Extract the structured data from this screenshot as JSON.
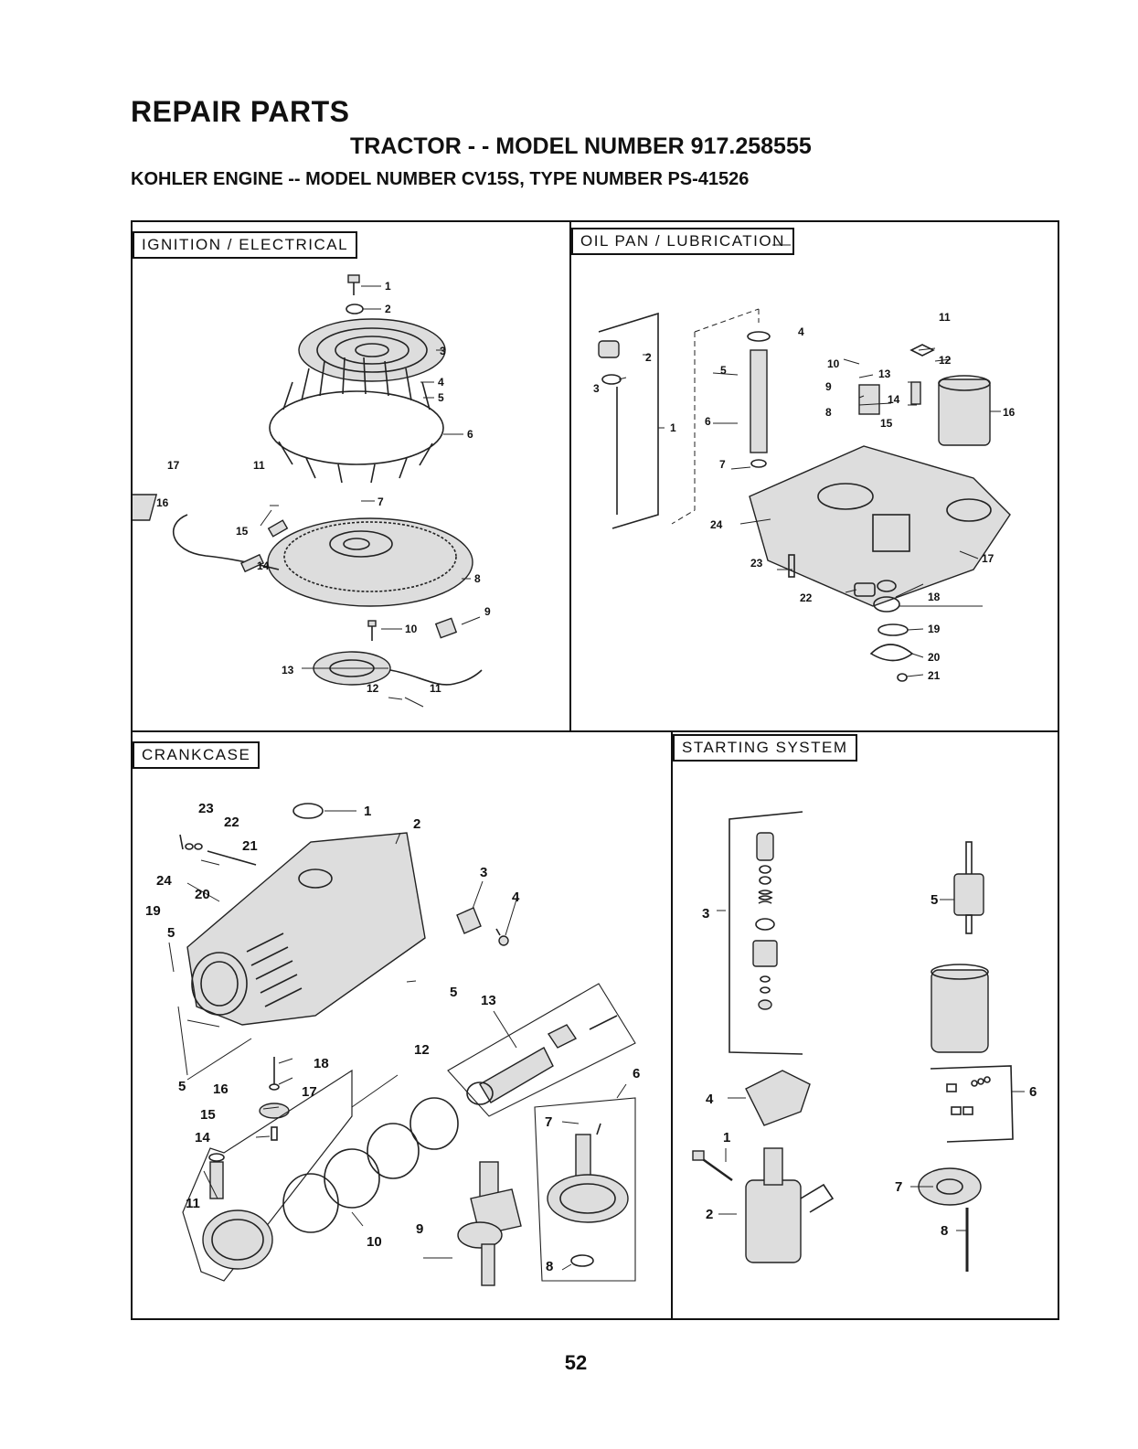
{
  "header": {
    "title": "REPAIR PARTS",
    "tractor_line": "TRACTOR - - MODEL NUMBER 917.258555",
    "engine_line": "KOHLER ENGINE -- MODEL NUMBER CV15S, TYPE NUMBER PS-41526"
  },
  "sections": {
    "ignition": {
      "label": "IGNITION / ELECTRICAL",
      "callouts": [
        "1",
        "2",
        "3",
        "4",
        "5",
        "6",
        "7",
        "8",
        "9",
        "10",
        "11",
        "11",
        "12",
        "13",
        "14",
        "15",
        "16",
        "17"
      ]
    },
    "oil_pan": {
      "label": "OIL PAN / LUBRICATION",
      "callouts": [
        "1",
        "2",
        "3",
        "4",
        "5",
        "6",
        "7",
        "8",
        "9",
        "10",
        "11",
        "12",
        "13",
        "14",
        "15",
        "16",
        "17",
        "18",
        "19",
        "20",
        "21",
        "22",
        "23",
        "24"
      ]
    },
    "crankcase": {
      "label": "CRANKCASE",
      "callouts": [
        "1",
        "2",
        "3",
        "4",
        "5",
        "5",
        "5",
        "6",
        "7",
        "8",
        "9",
        "10",
        "11",
        "12",
        "13",
        "14",
        "15",
        "16",
        "17",
        "18",
        "19",
        "20",
        "21",
        "22",
        "23",
        "24"
      ]
    },
    "starting": {
      "label": "STARTING SYSTEM",
      "callouts": [
        "1",
        "2",
        "3",
        "4",
        "5",
        "6",
        "7",
        "8"
      ]
    }
  },
  "footer": {
    "page_number": "52"
  }
}
